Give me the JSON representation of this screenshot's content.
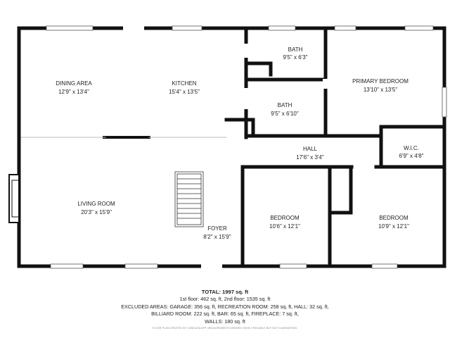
{
  "rooms": {
    "dining": {
      "name": "DINING AREA",
      "dims": "12'9\" x 13'4\""
    },
    "kitchen": {
      "name": "KITCHEN",
      "dims": "15'4\" x 13'5\""
    },
    "bath1": {
      "name": "BATH",
      "dims": "9'5\" x 6'3\""
    },
    "bath2": {
      "name": "BATH",
      "dims": "9'5\" x 6'10\""
    },
    "primary": {
      "name": "PRIMARY BEDROOM",
      "dims": "13'10\" x 13'5\""
    },
    "hall": {
      "name": "HALL",
      "dims": "17'6\" x 3'4\""
    },
    "wic": {
      "name": "W.I.C.",
      "dims": "6'9\" x 4'8\""
    },
    "living": {
      "name": "LIVING ROOM",
      "dims": "20'3\" x 15'9\""
    },
    "foyer": {
      "name": "FOYER",
      "dims": "8'2\" x 15'9\""
    },
    "bedroom1": {
      "name": "BEDROOM",
      "dims": "10'6\" x 12'1\""
    },
    "bedroom2": {
      "name": "BEDROOM",
      "dims": "10'9\" x 12'1\""
    }
  },
  "summary": {
    "total": "TOTAL: 1997 sq. ft",
    "line1": "1st floor: 462 sq. ft, 2nd floor: 1535 sq. ft",
    "line2": "EXCLUDED AREAS: GARAGE: 356 sq. ft, RECREATION ROOM: 258 sq. ft, HALL: 32 sq. ft,",
    "line3": "BILLIARD ROOM: 222 sq. ft, BAR: 65 sq. ft, FIREPLACE: 7 sq. ft,",
    "line4": "WALLS: 180 sq. ft"
  },
  "credit": "FLOOR PLAN CREATED BY CUBICASA APP. MEASUREMENTS DEEMED HIGHLY RELIABLE BUT NOT GUARANTEED."
}
